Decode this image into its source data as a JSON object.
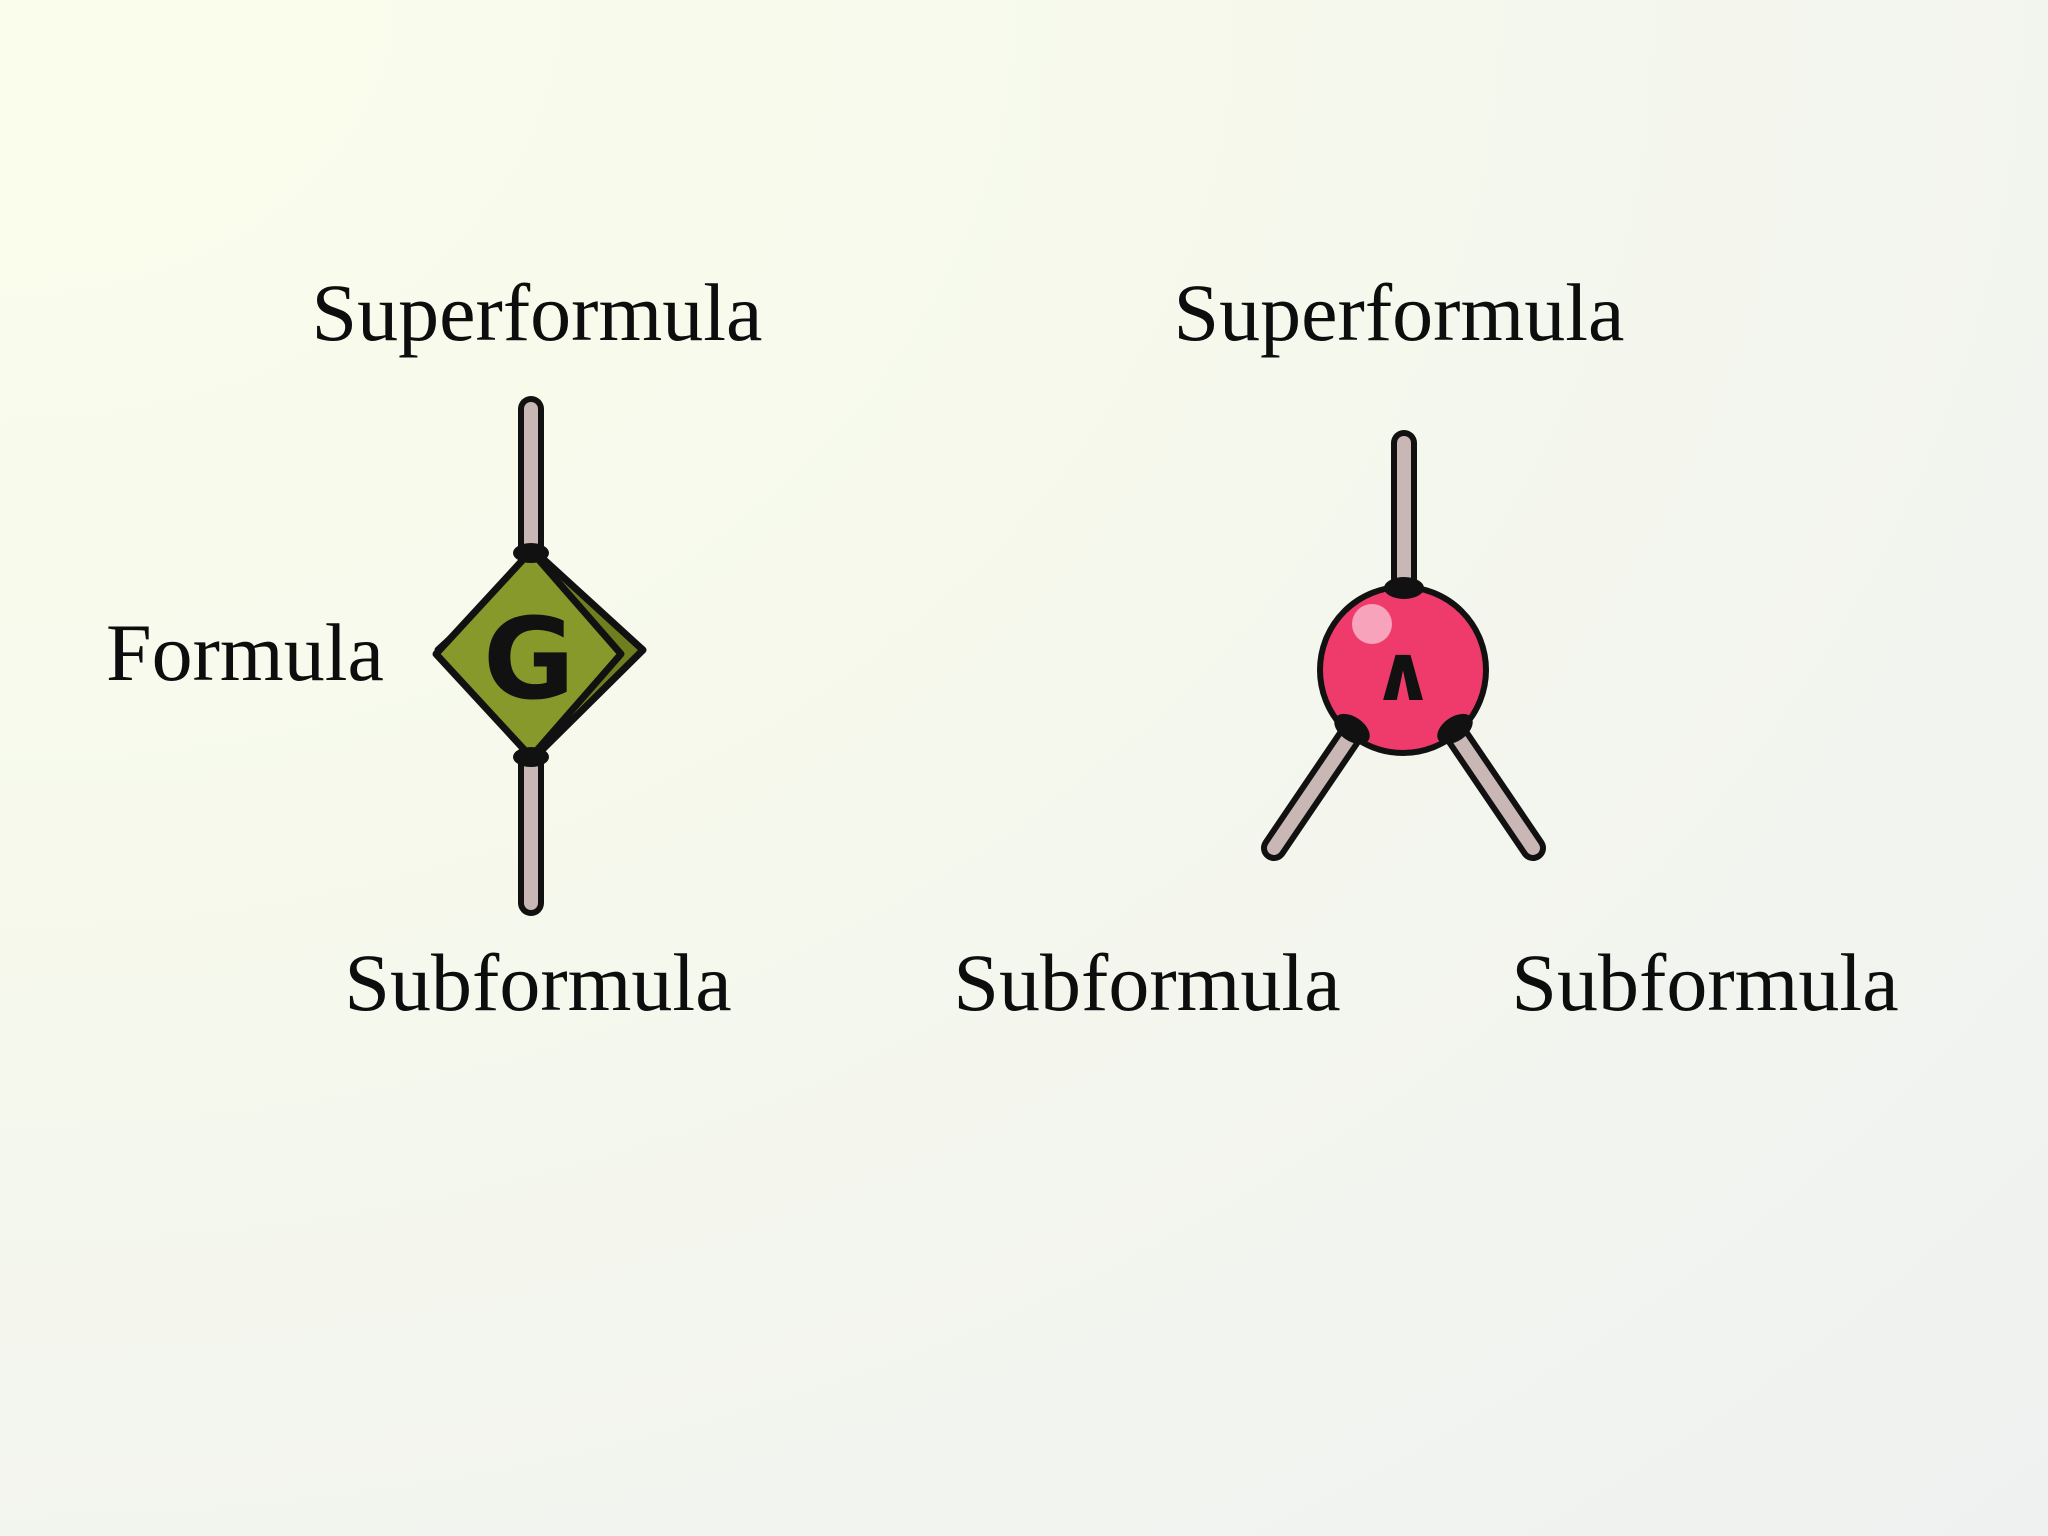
{
  "left_diagram": {
    "top_label": "Superformula",
    "side_label": "Formula",
    "bottom_label": "Subformula",
    "node_symbol": "G",
    "node_color": "#86992a",
    "node_shadow_color": "#6f7f20"
  },
  "right_diagram": {
    "top_label": "Superformula",
    "bottom_left_label": "Subformula",
    "bottom_right_label": "Subformula",
    "node_symbol": "∧",
    "node_color": "#ef3b6c",
    "node_highlight_color": "#f7a3bb"
  },
  "edge_color": "#c9b7b5",
  "outline_color": "#111111"
}
